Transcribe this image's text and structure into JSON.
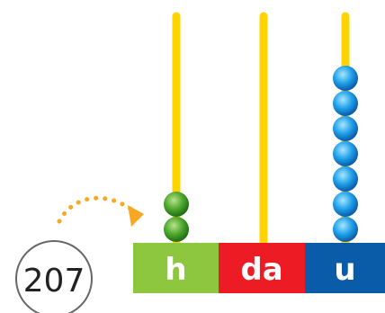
{
  "number": {
    "value": "207"
  },
  "abacus": {
    "rods": [
      {
        "label": "h",
        "bead_count": 2,
        "base_color": "#8dc63f",
        "bead_color": "green"
      },
      {
        "label": "da",
        "bead_count": 0,
        "base_color": "#ed1c24",
        "bead_color": "none"
      },
      {
        "label": "u",
        "bead_count": 7,
        "base_color": "#0a5ba8",
        "bead_color": "blue"
      }
    ],
    "rod_color": "#ffd400"
  },
  "arrow": {
    "color": "#f7a823",
    "style": "dotted"
  }
}
